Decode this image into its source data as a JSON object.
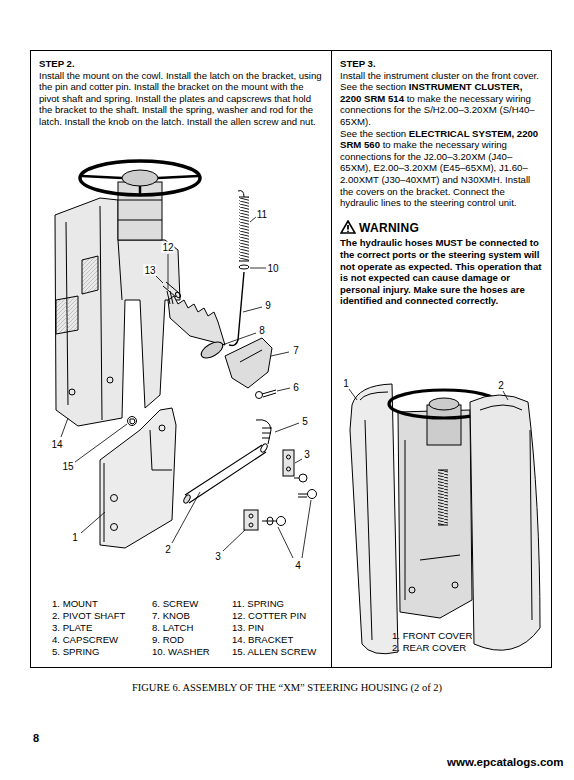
{
  "diagram": {
    "caption": "FIGURE 6. ASSEMBLY OF THE “XM” STEERING HOUSING (2 of 2)",
    "nodes": [
      {
        "text": [
          "STEP 2.",
          "Install the mount on the cowl. Install the latch on the bracket, using the pin and cotter pin. Install the bracket on the mount with the pivot shaft and spring. Install the plates and capscrews that hold the bracket to the shaft. Install the spring, washer and rod for the latch. Install the knob on the latch. Install the allen screw and nut."
        ]
      },
      {
        "text": [
          "STEP 3.",
          "Install the instrument cluster on the front cover. See the section",
          "INSTRUMENT CLUSTER, 2200 SRM 514",
          "to make the necessary wiring connections for the S/H2.00–3.20XM (S/H40–65XM).",
          "See the section",
          "ELECTRICAL SYSTEM, 2200 SRM 560",
          "to make the necessary wiring connections for the J2.00–3.20XM (J40–65XM), E2.00–3.20XM (E45–65XM), J1.60–2.00XMT (J30–40XMT) and N30XMH. Install the covers on the bracket. Connect the hydraulic lines to the steering control unit.",
          "WARNING",
          "The hydraulic hoses MUST be connected to the correct ports or the steering system will not operate as expected. This operation that is not expected can cause damage or personal injury. Make sure the hoses are identified and connected correctly."
        ]
      }
    ],
    "labels": [
      "11",
      "12",
      "10",
      "13",
      "9",
      "8",
      "7",
      "6",
      "5",
      "14",
      "3",
      "15",
      "1",
      "2",
      "3",
      "4",
      "1. MOUNT",
      "6. SCREW",
      "11. SPRING",
      "2. PIVOT SHAFT",
      "7. KNOB",
      "12. COTTER PIN",
      "3. PLATE",
      "8. LATCH",
      "13. PIN",
      "4. CAPSCREW",
      "9. ROD",
      "14. BRACKET",
      "5. SPRING",
      "10. WASHER",
      "15. ALLEN SCREW",
      "1",
      "2",
      "1. FRONT COVER",
      "2. REAR COVER",
      "8",
      "www.epcatalogs.com"
    ]
  }
}
